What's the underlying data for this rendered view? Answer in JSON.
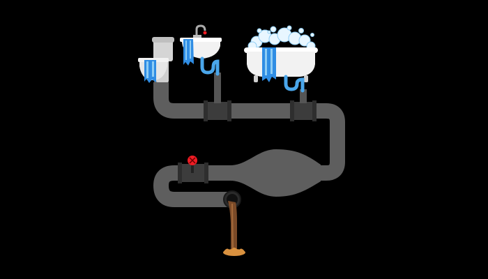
{
  "scene": {
    "background_color": "#000000",
    "fixtures": [
      "toilet",
      "sink",
      "bathtub"
    ],
    "colors": {
      "pipe": "#5e5e5e",
      "joint": "#3c3c3c",
      "water": "#2f8de4",
      "water_light": "#8ecdf5",
      "hose": "#4aa6ea",
      "porcelain": "#f2f2f2",
      "valve": "#ee1c24",
      "sewage": "#7a4a28",
      "sewage_splash": "#d9913f"
    }
  }
}
